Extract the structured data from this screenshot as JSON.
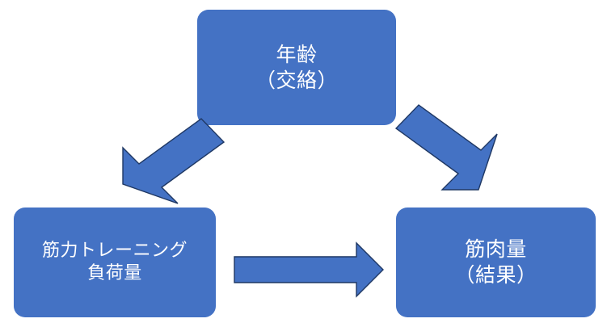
{
  "diagram": {
    "title": "",
    "background_color": "#FFFFFF",
    "node_fill_color": "#4472C4",
    "node_text_color": "#FFFFFF",
    "arrow_fill_color": "#4472C4",
    "arrow_outline_color": "#1F3864",
    "nodes": [
      {
        "id": "confounder",
        "label": "年齢\n（交絡）",
        "line1": "年齢",
        "line2": "（交絡）",
        "role": "confounder"
      },
      {
        "id": "exposure",
        "label": "筋力トレーニング\n負荷量",
        "line1": "筋力トレーニング",
        "line2": "負荷量",
        "role": "exposure"
      },
      {
        "id": "outcome",
        "label": "筋肉量\n（結果）",
        "line1": "筋肉量",
        "line2": "（結果）",
        "role": "outcome"
      }
    ],
    "arrows": [
      {
        "id": "confounder-to-exposure",
        "from": "confounder",
        "to": "exposure",
        "direction": "down-left",
        "label": ""
      },
      {
        "id": "confounder-to-outcome",
        "from": "confounder",
        "to": "outcome",
        "direction": "down-right",
        "label": ""
      },
      {
        "id": "exposure-to-outcome",
        "from": "exposure",
        "to": "outcome",
        "direction": "right",
        "label": ""
      }
    ]
  }
}
